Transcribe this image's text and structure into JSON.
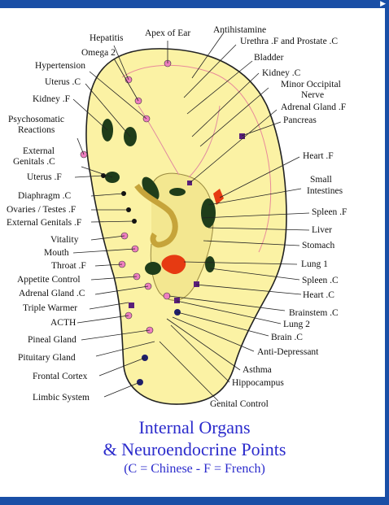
{
  "title_line1": "Internal Organs",
  "title_line2": "& Neuroendocrine Points",
  "legend": "(C = Chinese - F = French)",
  "colors": {
    "frame_blue": "#1a4fa6",
    "ear_fill": "#fbf2a4",
    "pink_dot": "#ee7fbf",
    "green_organ": "#1f3d1a",
    "red_organ": "#e63a12",
    "purple_dot": "#5a1f7a",
    "caption_blue": "#2b2bcc"
  },
  "labels": [
    {
      "id": "hepatitis",
      "text": "Hepatitis"
    },
    {
      "id": "apex",
      "text": "Apex of Ear"
    },
    {
      "id": "antihist",
      "text": "Antihistamine"
    },
    {
      "id": "urethra",
      "text": "Urethra .F and Prostate .C"
    },
    {
      "id": "omega2",
      "text": "Omega 2"
    },
    {
      "id": "bladder",
      "text": "Bladder"
    },
    {
      "id": "hypertension",
      "text": "Hypertension"
    },
    {
      "id": "kidneyc",
      "text": "Kidney .C"
    },
    {
      "id": "uterusc",
      "text": "Uterus .C"
    },
    {
      "id": "minorocc1",
      "text": "Minor Occipital"
    },
    {
      "id": "minorocc2",
      "text": "Nerve"
    },
    {
      "id": "kidneyf",
      "text": "Kidney .F"
    },
    {
      "id": "adrenalf",
      "text": "Adrenal Gland .F"
    },
    {
      "id": "pancreas",
      "text": "Pancreas"
    },
    {
      "id": "psycho1",
      "text": "Psychosomatic"
    },
    {
      "id": "psycho2",
      "text": "Reactions"
    },
    {
      "id": "extgenc1",
      "text": "External"
    },
    {
      "id": "extgenc2",
      "text": "Genitals .C"
    },
    {
      "id": "heartf",
      "text": "Heart .F"
    },
    {
      "id": "uterusf",
      "text": "Uterus .F"
    },
    {
      "id": "smallint1",
      "text": "Small"
    },
    {
      "id": "smallint2",
      "text": "Intestines"
    },
    {
      "id": "diaphragm",
      "text": "Diaphragm .C"
    },
    {
      "id": "ovaries",
      "text": "Ovaries / Testes .F"
    },
    {
      "id": "spleenf",
      "text": "Spleen .F"
    },
    {
      "id": "extgenf",
      "text": "External Genitals .F"
    },
    {
      "id": "liver",
      "text": "Liver"
    },
    {
      "id": "vitality",
      "text": "Vitality"
    },
    {
      "id": "mouth",
      "text": "Mouth"
    },
    {
      "id": "stomach",
      "text": "Stomach"
    },
    {
      "id": "throatf",
      "text": "Throat .F"
    },
    {
      "id": "lung1",
      "text": "Lung 1"
    },
    {
      "id": "appetite",
      "text": "Appetite Control"
    },
    {
      "id": "spleenc",
      "text": "Spleen .C"
    },
    {
      "id": "adrenalc",
      "text": "Adrenal Gland .C"
    },
    {
      "id": "heartc",
      "text": "Heart .C"
    },
    {
      "id": "triple",
      "text": "Triple Warmer"
    },
    {
      "id": "brainstem",
      "text": "Brainstem .C"
    },
    {
      "id": "acth",
      "text": "ACTH"
    },
    {
      "id": "lung2",
      "text": "Lung 2"
    },
    {
      "id": "pineal",
      "text": "Pineal Gland"
    },
    {
      "id": "brainc",
      "text": "Brain .C"
    },
    {
      "id": "antidep",
      "text": "Anti-Depressant"
    },
    {
      "id": "pituitary",
      "text": "Pituitary Gland"
    },
    {
      "id": "asthma",
      "text": "Asthma"
    },
    {
      "id": "frontal",
      "text": "Frontal Cortex"
    },
    {
      "id": "hippo",
      "text": "Hippocampus"
    },
    {
      "id": "limbic",
      "text": "Limbic System"
    },
    {
      "id": "genital",
      "text": "Genital Control"
    }
  ]
}
